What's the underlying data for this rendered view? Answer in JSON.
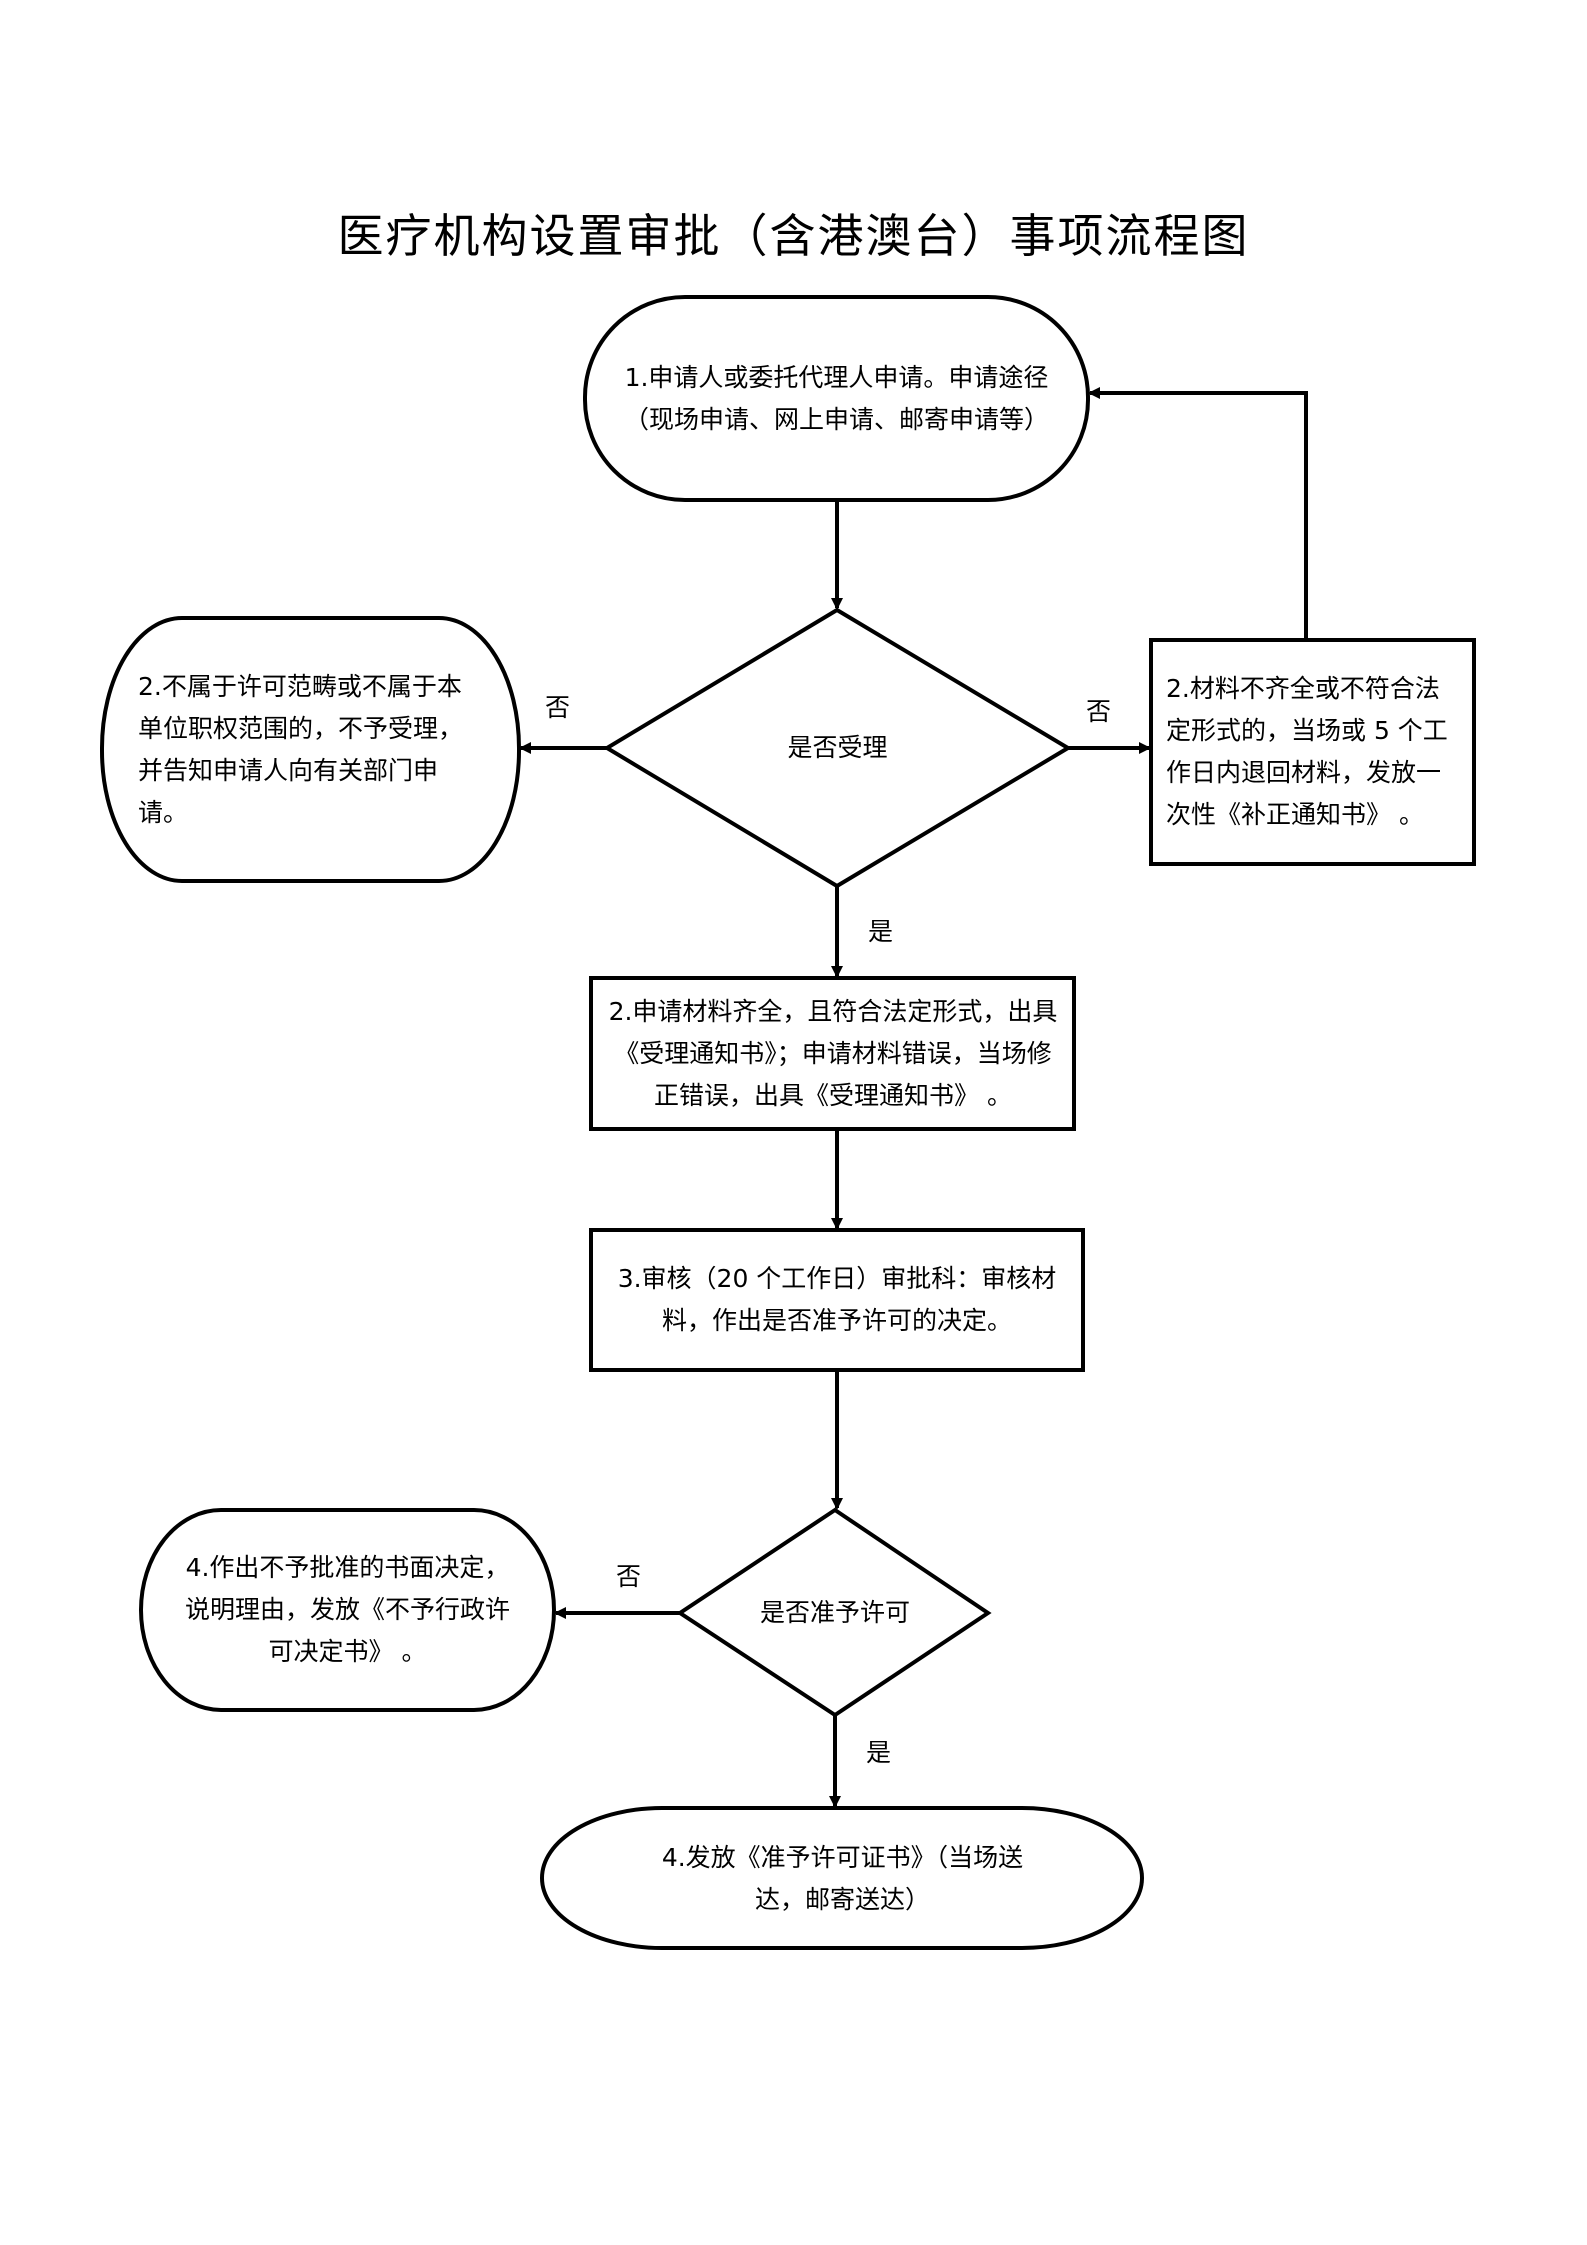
{
  "title": "医疗机构设置审批（含港澳台）事项流程图",
  "nodes": {
    "apply": "1.申请人或委托代理人申请。申请途径（现场申请、网上申请、邮寄申请等）",
    "reject_scope": "2.不属于许可范畴或不属于本单位职权范围的，不予受理，并告知申请人向有关部门申请。",
    "incomplete": "2.材料不齐全或不符合法定形式的，当场或 5 个工作日内退回材料，发放一次性《补正通知书》 。",
    "accept_decision": "是否受理",
    "accepted": "2.申请材料齐全，且符合法定形式，出具《受理通知书》；申请材料错误，当场修正错误，出具《受理通知书》 。",
    "review": "3.审核（20 个工作日）审批科：审核材料，作出是否准予许可的决定。",
    "permit_decision": "是否准予许可",
    "deny": "4.作出不予批准的书面决定，说明理由，发放《不予行政许可决定书》 。",
    "grant": "4.发放《准予许可证书》（当场送达，邮寄送达）"
  },
  "labels": {
    "no": "否",
    "yes": "是"
  }
}
